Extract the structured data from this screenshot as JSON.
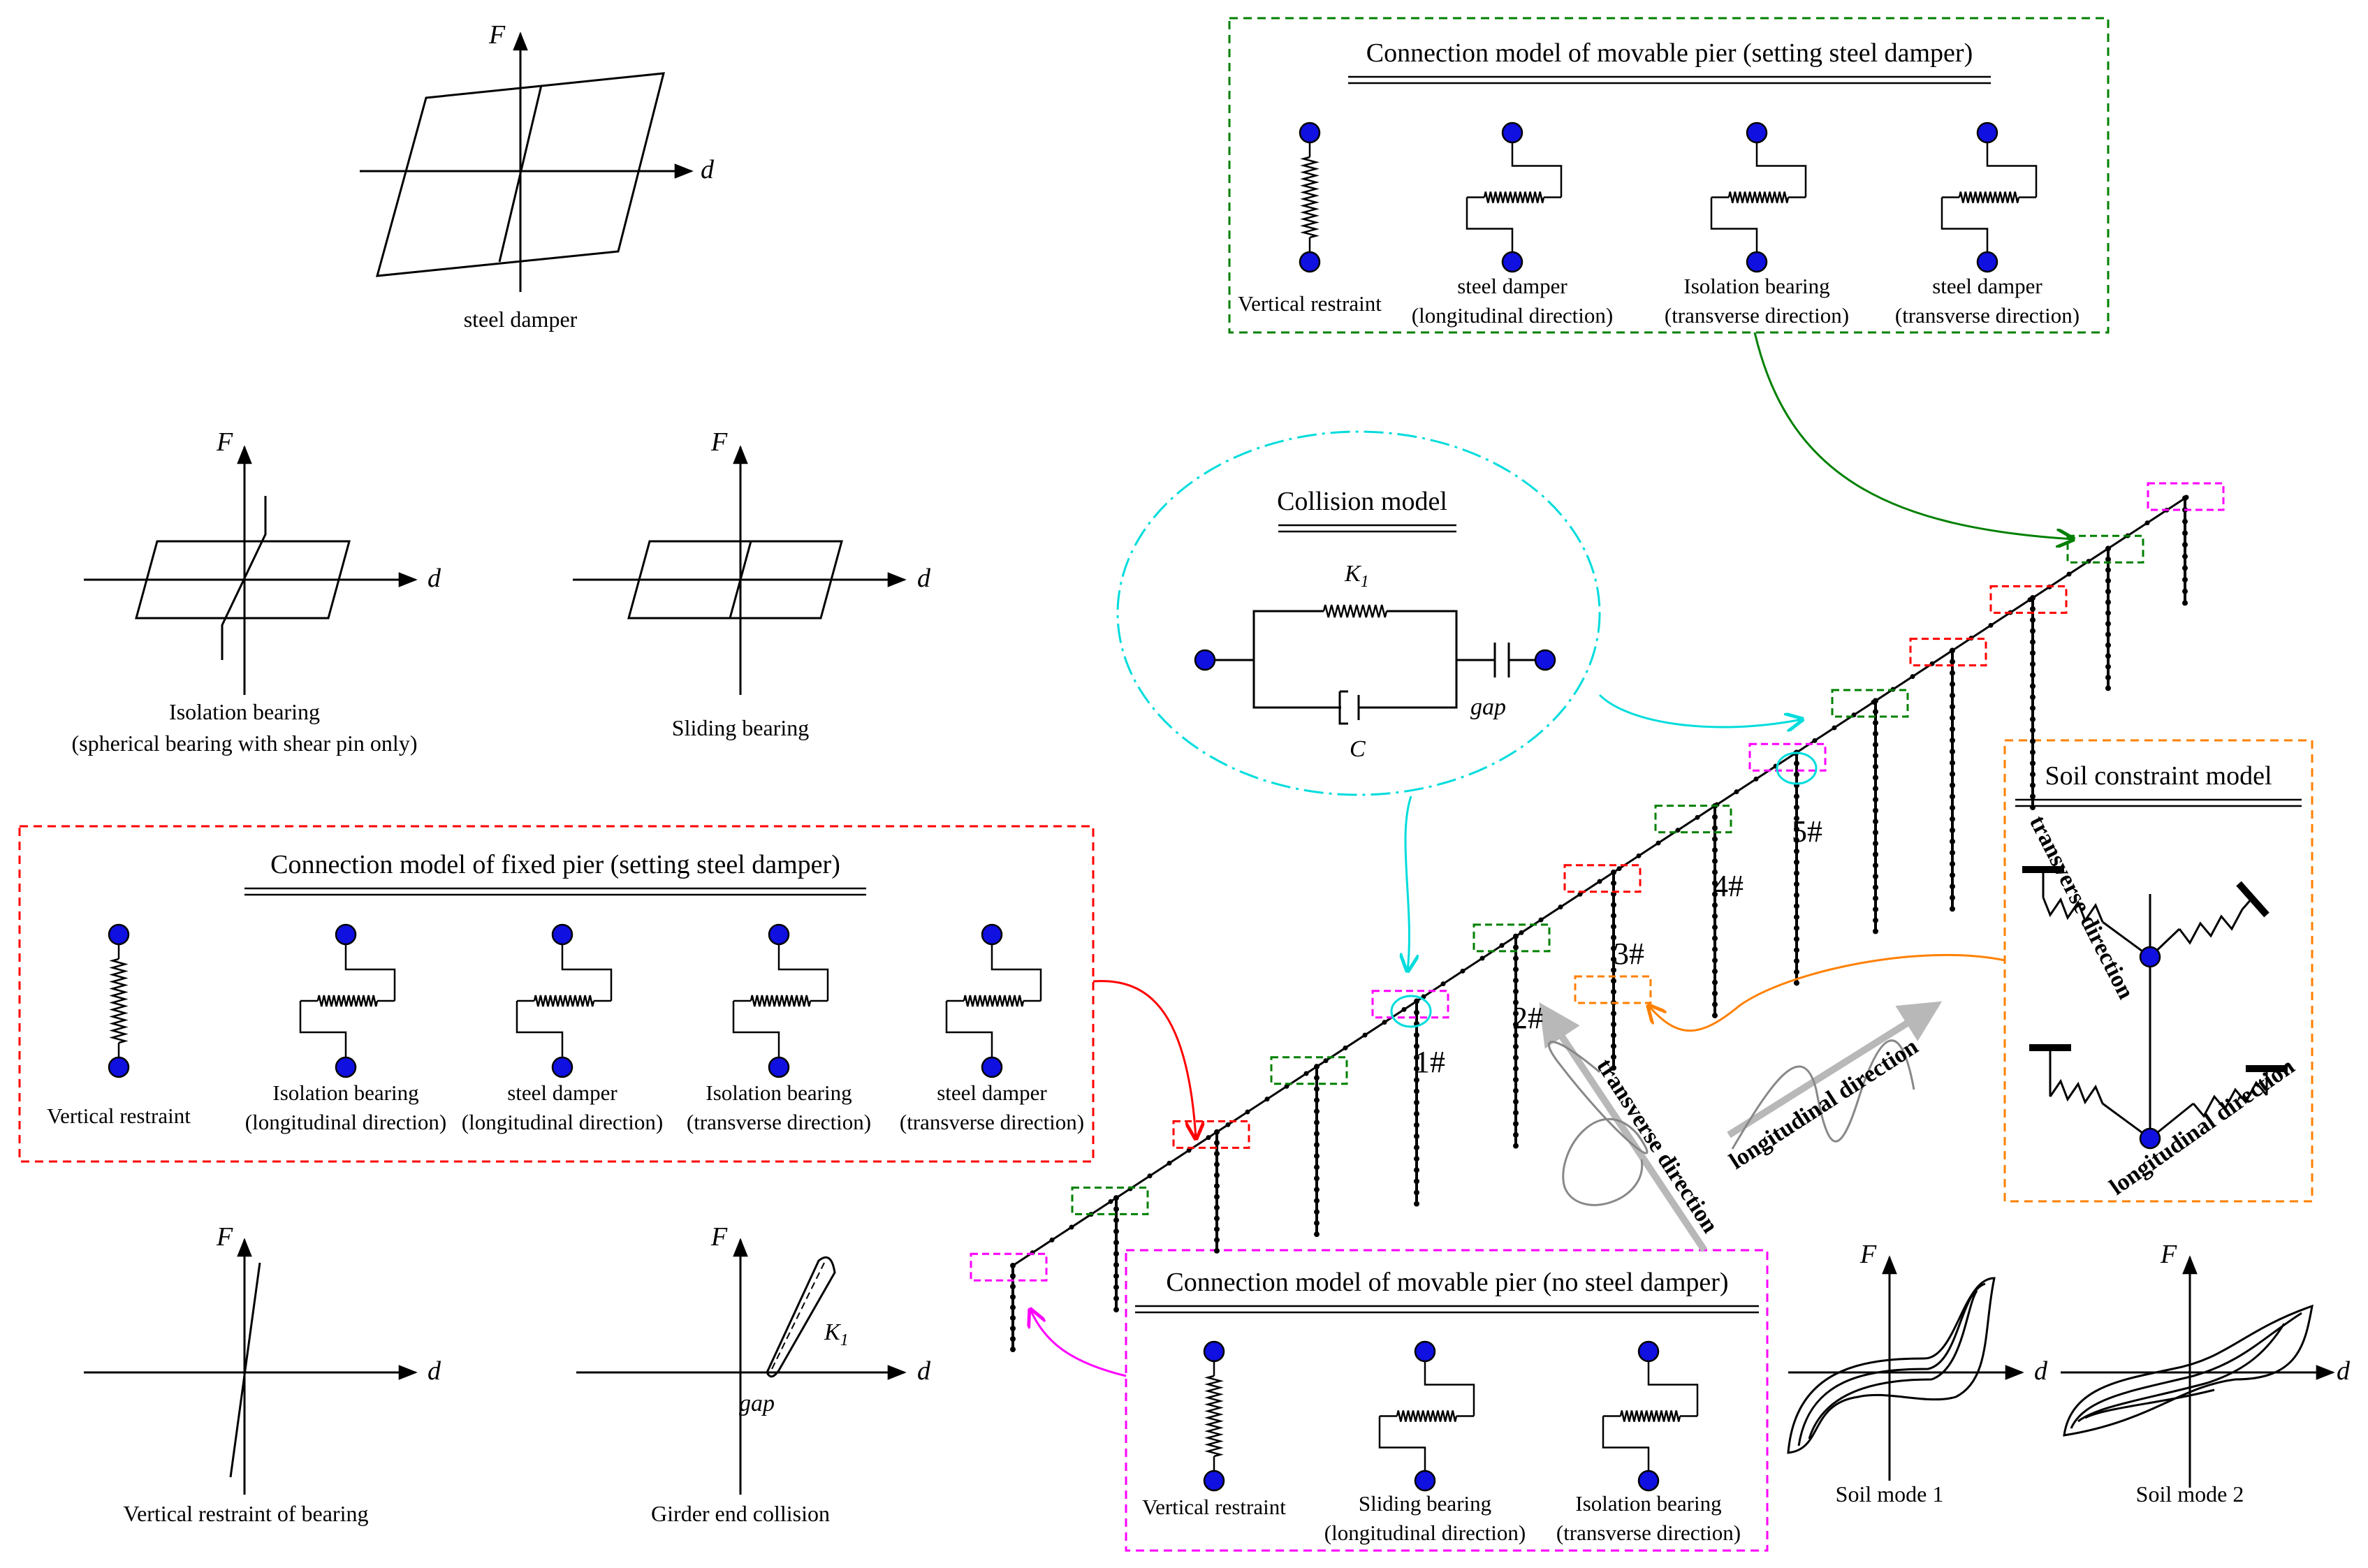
{
  "axes": {
    "force": "F",
    "disp": "d"
  },
  "hysteresis": {
    "steel_damper": "steel damper",
    "isolation_bearing": [
      "Isolation bearing",
      "(spherical bearing with shear pin only)"
    ],
    "sliding_bearing": "Sliding bearing",
    "vertical_restraint": "Vertical restraint of bearing",
    "girder_collision": "Girder end collision",
    "k1": "K",
    "k1_sub": "1",
    "gap": "gap"
  },
  "fixed_pier": {
    "title": "Connection model of fixed pier (setting steel damper)",
    "items": [
      [
        "Vertical restraint"
      ],
      [
        "Isolation bearing",
        "(longitudinal direction)"
      ],
      [
        "steel damper",
        "(longitudinal direction)"
      ],
      [
        "Isolation bearing",
        "(transverse direction)"
      ],
      [
        "steel damper",
        "(transverse direction)"
      ]
    ]
  },
  "movable_damper": {
    "title": "Connection model of movable pier (setting steel damper)",
    "items": [
      [
        "Vertical restraint"
      ],
      [
        "steel damper",
        "(longitudinal direction)"
      ],
      [
        "Isolation bearing",
        "(transverse direction)"
      ],
      [
        "steel damper",
        "(transverse direction)"
      ]
    ]
  },
  "movable_nodamper": {
    "title": "Connection model of movable pier (no steel damper)",
    "items": [
      [
        "Vertical restraint"
      ],
      [
        "Sliding bearing",
        "(longitudinal direction)"
      ],
      [
        "Isolation bearing",
        "(transverse direction)"
      ]
    ]
  },
  "collision": {
    "title": "Collision model",
    "k": "K",
    "k_sub": "1",
    "c": "C",
    "gap": "gap"
  },
  "soil": {
    "title": "Soil constraint model",
    "transverse": "transverse direction",
    "longitudinal": "longitudinal direction",
    "mode1": "Soil mode 1",
    "mode2": "Soil mode 2"
  },
  "piers": [
    "1#",
    "2#",
    "3#",
    "4#",
    "5#"
  ],
  "directions": {
    "transverse": "transverse direction",
    "longitudinal": "longitudinal direction"
  },
  "colors": {
    "node": "#1010e0",
    "red": "#ff0000",
    "green": "#008000",
    "magenta": "#ff00ff",
    "cyan": "#00dcdc",
    "orange": "#ff8000",
    "gray": "#9a9a9a"
  }
}
